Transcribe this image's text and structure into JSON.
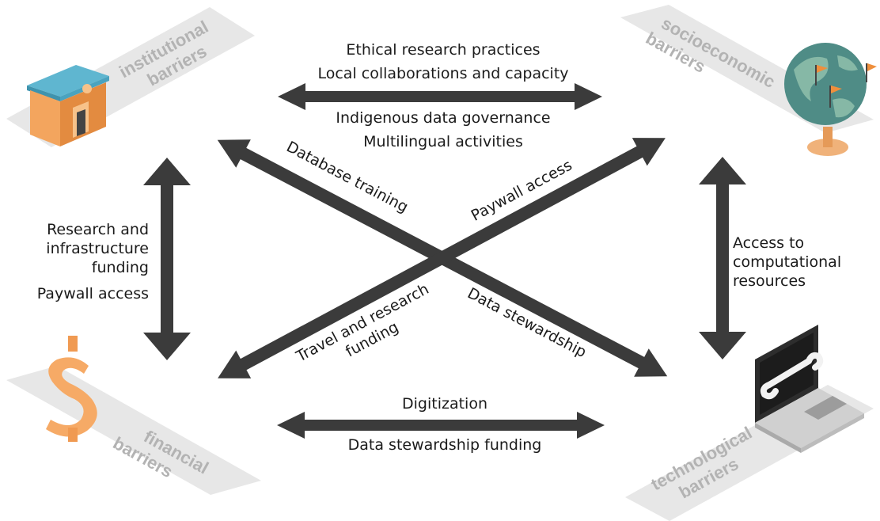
{
  "corners": {
    "institutional": {
      "line1": "institutional",
      "line2": "barriers",
      "icon": "building-icon"
    },
    "socioeconomic": {
      "line1": "socioeconomic",
      "line2": "barriers",
      "icon": "globe-with-flags-icon"
    },
    "financial": {
      "line1": "financial",
      "line2": "barriers",
      "icon": "dollar-sign-icon"
    },
    "technological": {
      "line1": "technological",
      "line2": "barriers",
      "icon": "laptop-bone-icon"
    }
  },
  "links": {
    "top": [
      "Ethical research practices",
      "Local collaborations and capacity",
      "Indigenous data governance",
      "Multilingual activities"
    ],
    "bottom": [
      "Digitization",
      "Data stewardship funding"
    ],
    "left": [
      "Research and",
      "infrastructure",
      "funding",
      "Paywall access"
    ],
    "right": [
      "Access to",
      "computational",
      "resources"
    ],
    "diag_tl_br_upper": "Database training",
    "diag_tl_br_lower": "Data stewardship",
    "diag_bl_tr_upper": "Paywall access",
    "diag_bl_tr_lower": [
      "Travel and research",
      "funding"
    ]
  },
  "colors": {
    "arrow": "#3b3b3b",
    "panel": "#e6e6e6",
    "category_text": "#b3b3b3"
  }
}
